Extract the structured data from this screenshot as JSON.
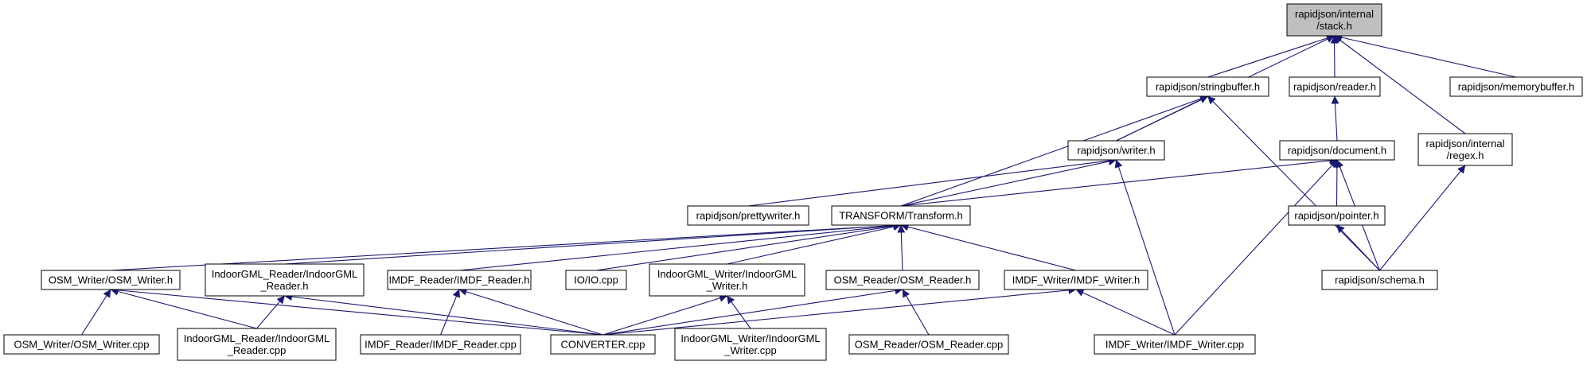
{
  "colors": {
    "edge": "#191970",
    "node_border": "#000000",
    "node_fill": "#ffffff",
    "root_fill": "#bfbfbf",
    "text": "#000000"
  },
  "nodes": [
    {
      "id": "stack",
      "lines": [
        "rapidjson/internal",
        "/stack.h"
      ],
      "root": true
    },
    {
      "id": "stringbuffer",
      "lines": [
        "rapidjson/stringbuffer.h"
      ]
    },
    {
      "id": "reader",
      "lines": [
        "rapidjson/reader.h"
      ]
    },
    {
      "id": "memorybuffer",
      "lines": [
        "rapidjson/memorybuffer.h"
      ]
    },
    {
      "id": "writer",
      "lines": [
        "rapidjson/writer.h"
      ]
    },
    {
      "id": "document",
      "lines": [
        "rapidjson/document.h"
      ]
    },
    {
      "id": "regex",
      "lines": [
        "rapidjson/internal",
        "/regex.h"
      ]
    },
    {
      "id": "prettywriter",
      "lines": [
        "rapidjson/prettywriter.h"
      ]
    },
    {
      "id": "transform",
      "lines": [
        "TRANSFORM/Transform.h"
      ]
    },
    {
      "id": "pointer",
      "lines": [
        "rapidjson/pointer.h"
      ]
    },
    {
      "id": "osmwriter_h",
      "lines": [
        "OSM_Writer/OSM_Writer.h"
      ]
    },
    {
      "id": "igmlreader_h",
      "lines": [
        "IndoorGML_Reader/IndoorGML",
        "_Reader.h"
      ]
    },
    {
      "id": "imdfreader_h",
      "lines": [
        "IMDF_Reader/IMDF_Reader.h"
      ]
    },
    {
      "id": "io_cpp",
      "lines": [
        "IO/IO.cpp"
      ]
    },
    {
      "id": "igmlwriter_h",
      "lines": [
        "IndoorGML_Writer/IndoorGML",
        "_Writer.h"
      ]
    },
    {
      "id": "osmreader_h",
      "lines": [
        "OSM_Reader/OSM_Reader.h"
      ]
    },
    {
      "id": "imdfwriter_h",
      "lines": [
        "IMDF_Writer/IMDF_Writer.h"
      ]
    },
    {
      "id": "schema",
      "lines": [
        "rapidjson/schema.h"
      ]
    },
    {
      "id": "osmwriter_cpp",
      "lines": [
        "OSM_Writer/OSM_Writer.cpp"
      ]
    },
    {
      "id": "igmlreader_cpp",
      "lines": [
        "IndoorGML_Reader/IndoorGML",
        "_Reader.cpp"
      ]
    },
    {
      "id": "converter",
      "lines": [
        "CONVERTER.cpp"
      ]
    },
    {
      "id": "imdfreader_cpp",
      "lines": [
        "IMDF_Reader/IMDF_Reader.cpp"
      ]
    },
    {
      "id": "igmlwriter_cpp",
      "lines": [
        "IndoorGML_Writer/IndoorGML",
        "_Writer.cpp"
      ]
    },
    {
      "id": "osmreader_cpp",
      "lines": [
        "OSM_Reader/OSM_Reader.cpp"
      ]
    },
    {
      "id": "imdfwriter_cpp",
      "lines": [
        "IMDF_Writer/IMDF_Writer.cpp"
      ]
    }
  ],
  "edges": [
    [
      "stack",
      "stringbuffer"
    ],
    [
      "stack",
      "reader"
    ],
    [
      "stack",
      "memorybuffer"
    ],
    [
      "stack",
      "writer"
    ],
    [
      "stack",
      "regex"
    ],
    [
      "stringbuffer",
      "writer"
    ],
    [
      "stringbuffer",
      "transform"
    ],
    [
      "stringbuffer",
      "schema"
    ],
    [
      "reader",
      "document"
    ],
    [
      "writer",
      "prettywriter"
    ],
    [
      "writer",
      "transform"
    ],
    [
      "writer",
      "imdfwriter_cpp"
    ],
    [
      "document",
      "transform"
    ],
    [
      "document",
      "pointer"
    ],
    [
      "document",
      "schema"
    ],
    [
      "document",
      "imdfwriter_cpp"
    ],
    [
      "regex",
      "schema"
    ],
    [
      "pointer",
      "schema"
    ],
    [
      "transform",
      "osmwriter_h"
    ],
    [
      "transform",
      "igmlreader_h"
    ],
    [
      "transform",
      "imdfreader_h"
    ],
    [
      "transform",
      "io_cpp"
    ],
    [
      "transform",
      "igmlwriter_h"
    ],
    [
      "transform",
      "osmreader_h"
    ],
    [
      "transform",
      "imdfwriter_h"
    ],
    [
      "osmwriter_h",
      "osmwriter_cpp"
    ],
    [
      "osmwriter_h",
      "igmlreader_cpp"
    ],
    [
      "osmwriter_h",
      "converter"
    ],
    [
      "igmlreader_h",
      "igmlreader_cpp"
    ],
    [
      "igmlreader_h",
      "converter"
    ],
    [
      "imdfreader_h",
      "imdfreader_cpp"
    ],
    [
      "imdfreader_h",
      "converter"
    ],
    [
      "igmlwriter_h",
      "converter"
    ],
    [
      "igmlwriter_h",
      "igmlwriter_cpp"
    ],
    [
      "osmreader_h",
      "converter"
    ],
    [
      "osmreader_h",
      "osmreader_cpp"
    ],
    [
      "imdfwriter_h",
      "converter"
    ],
    [
      "imdfwriter_h",
      "imdfwriter_cpp"
    ]
  ]
}
